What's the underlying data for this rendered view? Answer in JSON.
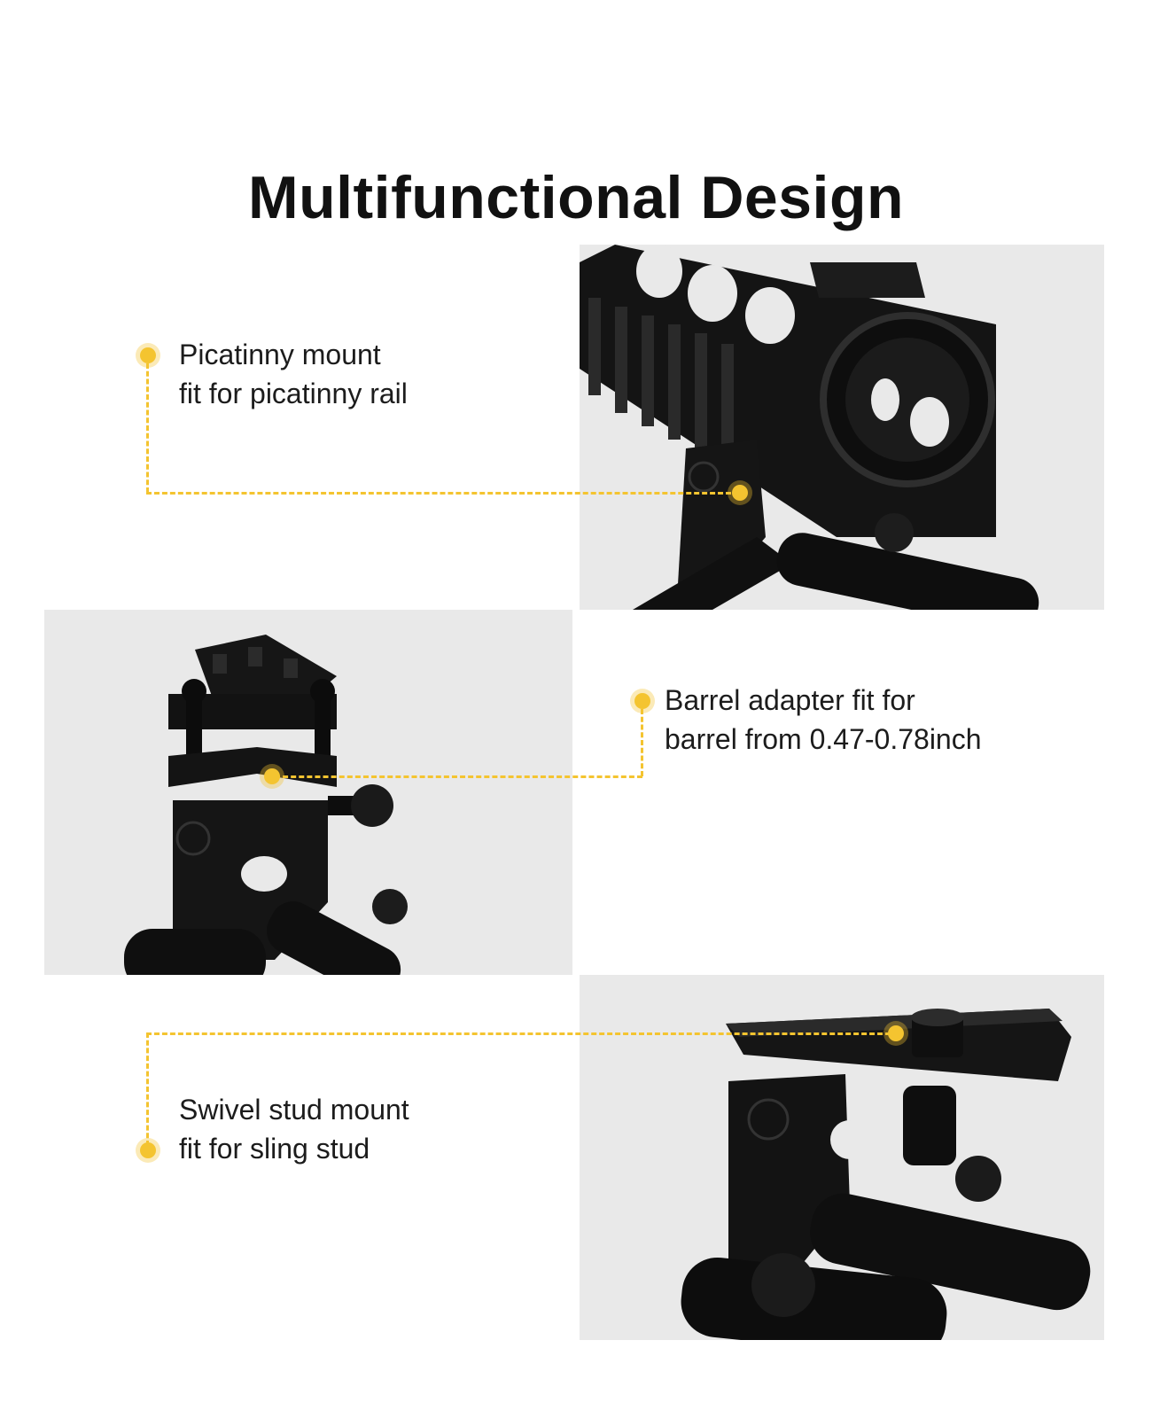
{
  "title": "Multifunctional Design",
  "colors": {
    "accent": "#f4c430",
    "panel": "#e9e9e9",
    "product": "#111111"
  },
  "features": [
    {
      "line1": "Picatinny mount",
      "line2": "fit for picatinny rail"
    },
    {
      "line1": "Barrel adapter fit for",
      "line2": "barrel from 0.47-0.78inch"
    },
    {
      "line1": "Swivel stud mount",
      "line2": "fit for sling stud"
    }
  ]
}
